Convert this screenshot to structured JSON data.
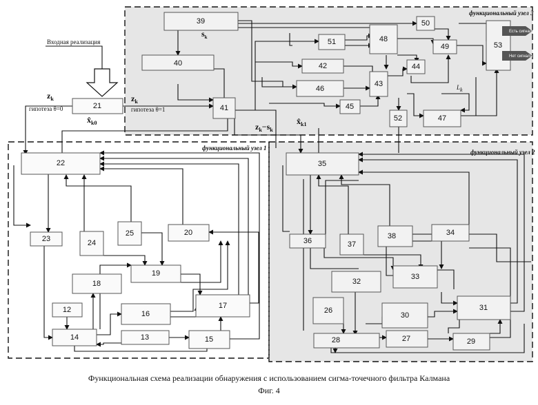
{
  "input_label": "Входная реализация",
  "node3_label": "функциональный узел 3",
  "node1_label": "функциональный узел 1",
  "node2_label": "функциональный узел 2",
  "zk_left": "z",
  "zk_left_sub": "k",
  "hyp0": "гипотеза θ=0",
  "zk_right": "z",
  "zk_right_sub": "k",
  "hyp1": "гипотеза θ=1",
  "xhat0": "x̂",
  "xhat0_sub": "k0",
  "zs_label": "z",
  "zs_sub": "k",
  "zs_mid": "−s",
  "zs_sub2": "k",
  "xhat1": "x̂",
  "xhat1_sub": "k1",
  "s_label": "s",
  "s_sub": "k",
  "L_label": "L",
  "L_sub": "k",
  "out_yes": "Есть сигнала",
  "out_no": "Нет сигнала",
  "caption_line1": "Функциональная схема реализации  обнаружения с использованием сигма-точечного фильтра Калмана",
  "caption_line2": "Фиг. 4",
  "blocks": {
    "b12": "12",
    "b13": "13",
    "b14": "14",
    "b15": "15",
    "b16": "16",
    "b17": "17",
    "b18": "18",
    "b19": "19",
    "b20": "20",
    "b21": "21",
    "b22": "22",
    "b23": "23",
    "b24": "24",
    "b25": "25",
    "b26": "26",
    "b27": "27",
    "b28": "28",
    "b29": "29",
    "b30": "30",
    "b31": "31",
    "b32": "32",
    "b33": "33",
    "b34": "34",
    "b35": "35",
    "b36": "36",
    "b37": "37",
    "b38": "38",
    "b39": "39",
    "b40": "40",
    "b41": "41",
    "b42": "42",
    "b43": "43",
    "b44": "44",
    "b45": "45",
    "b46": "46",
    "b47": "47",
    "b48": "48",
    "b49": "49",
    "b50": "50",
    "b51": "51",
    "b52": "52",
    "b53": "53"
  }
}
